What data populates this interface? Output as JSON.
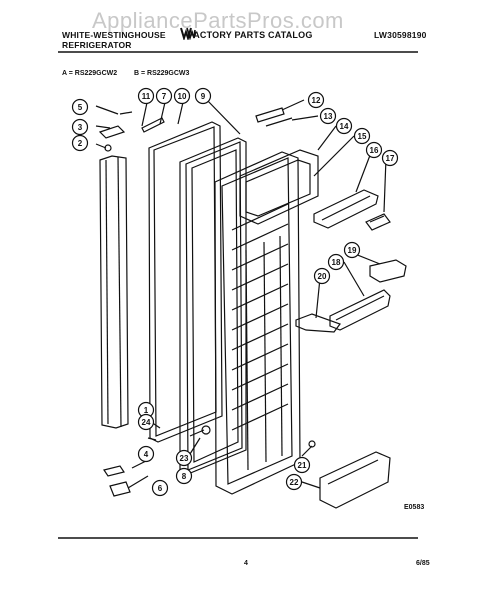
{
  "watermark": "AppliancePartsPros.com",
  "header": {
    "brand": "WHITE-WESTINGHOUSE",
    "category": "REFRIGERATOR",
    "catalog_title": "FACTORY PARTS CATALOG",
    "doc_number": "LW30598190",
    "logo": "ww-logo-icon"
  },
  "models": {
    "a": "A = RS229GCW2",
    "b": "B = RS229GCW3"
  },
  "callouts": [
    "1",
    "2",
    "3",
    "4",
    "5",
    "6",
    "7",
    "8",
    "9",
    "10",
    "11",
    "12",
    "13",
    "14",
    "15",
    "16",
    "17",
    "18",
    "19",
    "20",
    "21",
    "22",
    "23",
    "24"
  ],
  "figure_code": "E0583",
  "footer": {
    "page": "4",
    "date": "6/85"
  }
}
